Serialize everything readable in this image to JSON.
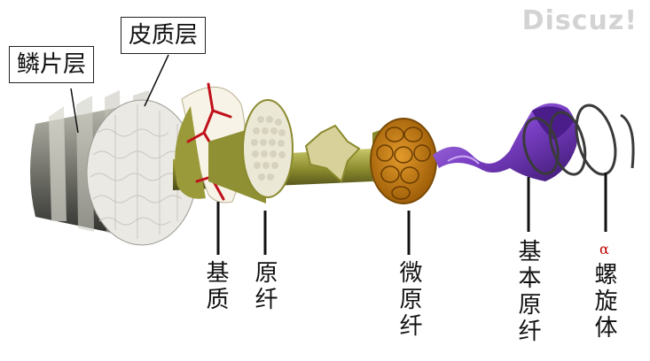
{
  "watermark": "Discuz!",
  "callouts": {
    "scale": "鳞片层",
    "cortex": "皮质层"
  },
  "labels": {
    "matrix": "基质",
    "macrofibril": "原纤",
    "microfibril": "微原纤",
    "protofibril": "基本原纤",
    "alpha_prefix": "α",
    "helix": "螺旋体"
  },
  "colors": {
    "scale": "#8f8f86",
    "cortex": "#e9e7e2",
    "matrix_crack": "#c0101a",
    "stalk": "#8a8a2e",
    "microfibril": "#c7780c",
    "protofibril": "#7a3fc4",
    "helix": "#3a3a3a"
  }
}
